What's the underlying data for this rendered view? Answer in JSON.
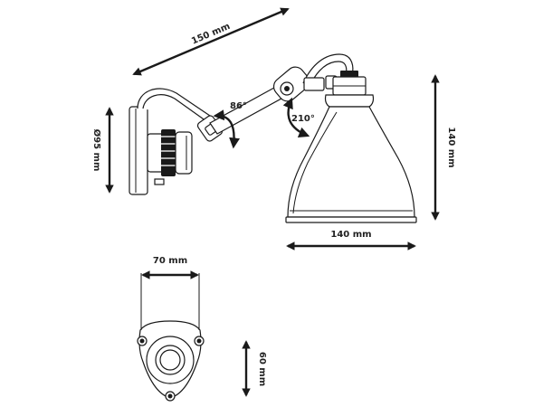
{
  "diagram": {
    "title": "",
    "dimensions": {
      "arm_length": "150 mm",
      "plate_diameter": "Ø95 mm",
      "shade_height": "140 mm",
      "shade_width": "140 mm",
      "mount_width": "70 mm",
      "mount_height": "60 mm"
    },
    "angles": {
      "arm_rotation": "86°",
      "shade_rotation": "210°"
    }
  },
  "colors": {
    "line": "#1a1a1a",
    "background": "#ffffff",
    "text": "#222222"
  }
}
